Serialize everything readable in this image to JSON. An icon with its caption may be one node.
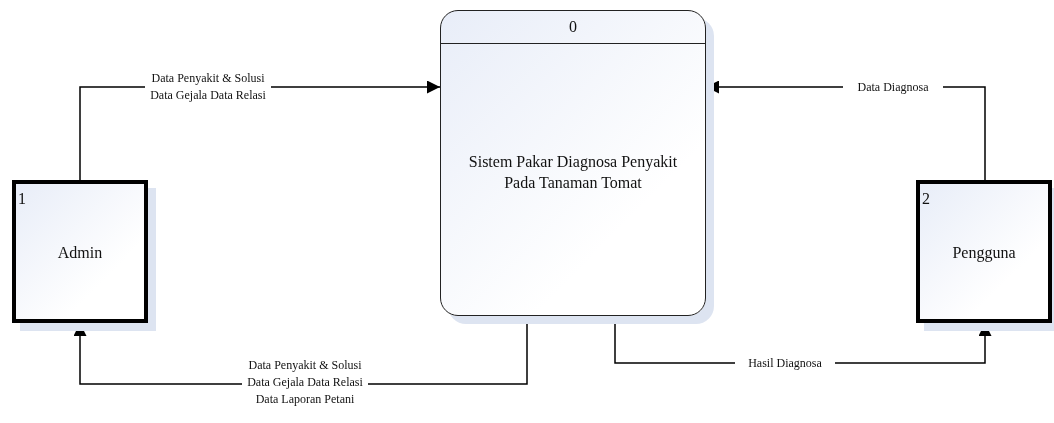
{
  "diagram": {
    "nodes": [
      {
        "text": [
          "0",
          "Sistem Pakar Diagnosa Penyakit Pada Tanaman Tomat"
        ]
      },
      {
        "text": [
          "1",
          "Admin"
        ]
      },
      {
        "text": [
          "2",
          "Pengguna"
        ]
      }
    ],
    "edges": [
      {
        "from": 1,
        "to": 0,
        "arrow": "to",
        "label": "Data Penyakit & Solusi Data Gejala Data Relasi"
      },
      {
        "from": 0,
        "to": 1,
        "arrow": "to",
        "label": "Data Penyakit & Solusi Data Gejala Data Relasi Data Laporan Petani"
      },
      {
        "from": 2,
        "to": 0,
        "arrow": "to",
        "label": "Data Diagnosa"
      },
      {
        "from": 0,
        "to": 2,
        "arrow": "to",
        "label": "Hasil Diagnosa"
      }
    ]
  }
}
